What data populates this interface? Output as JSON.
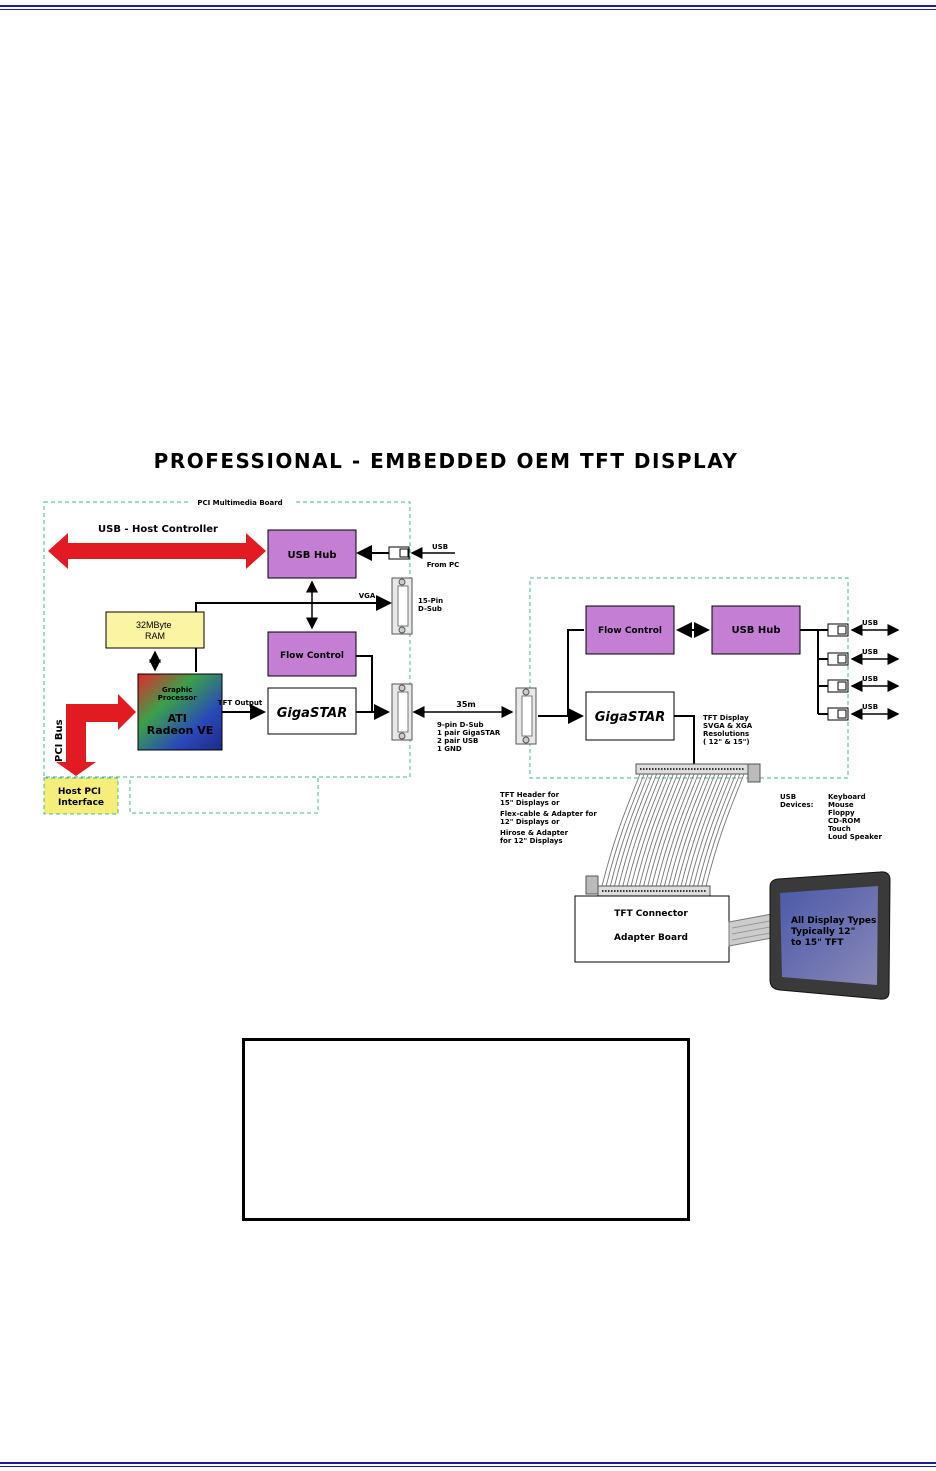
{
  "title": "PROFESSIONAL - EMBEDDED OEM TFT DISPLAY",
  "colors": {
    "rule": "#1a1f9c",
    "block_fill": "#c47ed4",
    "ram_fill": "#fbf5a3",
    "host_fill": "#f5ee7a",
    "arrow_red": "#e21b22",
    "dashed_green": "#4fb48a"
  },
  "left_board": {
    "label": "PCI Multimedia Board",
    "usb_host": "USB - Host Controller",
    "usb_hub": "USB Hub",
    "usb_in_label": "USB",
    "from_pc": "From PC",
    "vga": "VGA",
    "dsub15_line1": "15-Pin",
    "dsub15_line2": "D-Sub",
    "ram_line1": "32MByte",
    "ram_line2": "RAM",
    "flow_control": "Flow Control",
    "gpu_line1": "Graphic",
    "gpu_line2": "Processor",
    "gpu_line3": "ATI",
    "gpu_line4": "Radeon VE",
    "tft_output": "TFT Output",
    "gigastar": "GigaSTAR",
    "pci_bus": "PCI Bus",
    "host_pci_line1": "Host PCI",
    "host_pci_line2": "Interface"
  },
  "cable": {
    "length": "35m",
    "line1": "9-pin D-Sub",
    "line2": "1 pair GigaSTAR",
    "line3": "2 pair USB",
    "line4": "1 GND"
  },
  "right_board": {
    "flow_control": "Flow Control",
    "usb_hub": "USB Hub",
    "gigastar": "GigaSTAR",
    "usb_ports": [
      "USB",
      "USB",
      "USB",
      "USB"
    ],
    "tft_info_line1": "TFT Display",
    "tft_info_line2": "SVGA & XGA",
    "tft_info_line3": "Resolutions",
    "tft_info_line4": "( 12\" & 15\")"
  },
  "options": {
    "line1": "TFT Header for",
    "line2": "15\" Displays or",
    "line3": "Flex-cable & Adapter for",
    "line4": "12\" Displays or",
    "line5": "Hirose & Adapter",
    "line6": "for 12\" Displays"
  },
  "usb_devices": {
    "label_line1": "USB",
    "label_line2": "Devices:",
    "items": [
      "Keyboard",
      "Mouse",
      "Floppy",
      "CD-ROM",
      "Touch",
      "Loud Speaker"
    ]
  },
  "adapter": {
    "line1": "TFT Connector",
    "line2": "Adapter Board"
  },
  "display": {
    "line1": "All Display Types",
    "line2": "Typically 12\"",
    "line3": "to 15\" TFT"
  }
}
